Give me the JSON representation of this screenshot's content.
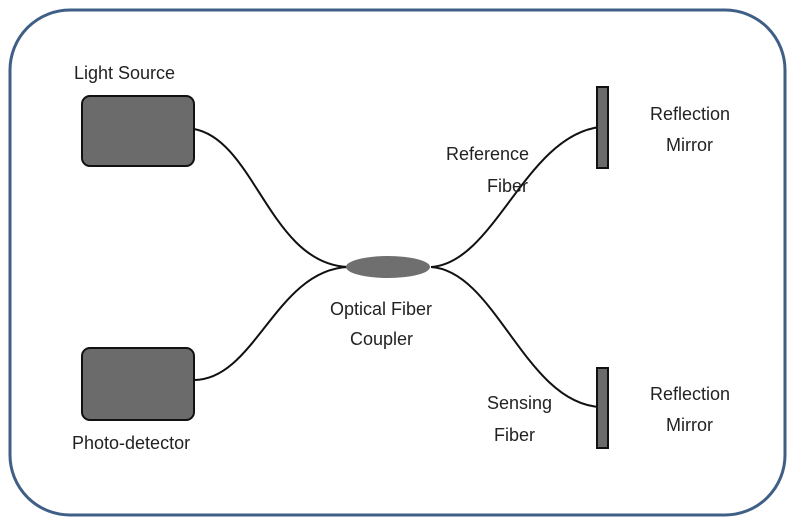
{
  "labels": {
    "light_source": "Light Source",
    "photo_detector": "Photo-detector",
    "reference_fiber_line1": "Reference",
    "reference_fiber_line2": "Fiber",
    "sensing_fiber_line1": "Sensing",
    "sensing_fiber_line2": "Fiber",
    "coupler_line1": "Optical Fiber",
    "coupler_line2": "Coupler",
    "mirror_top_line1": "Reflection",
    "mirror_top_line2": "Mirror",
    "mirror_bottom_line1": "Reflection",
    "mirror_bottom_line2": "Mirror"
  },
  "colors": {
    "frame_border": "#3f5f86",
    "box_fill": "#6b6b6b",
    "box_stroke": "#111111",
    "fiber_stroke": "#111111",
    "coupler_fill": "#6f6f6f",
    "mirror_fill": "#6b6b6b"
  }
}
